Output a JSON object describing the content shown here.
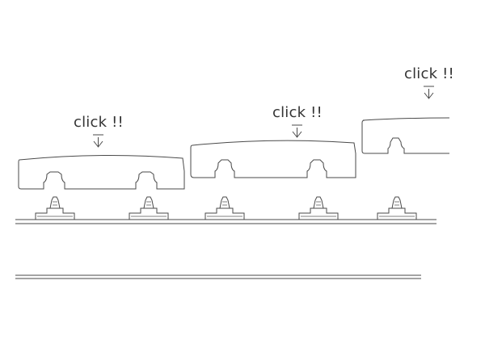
{
  "labels": {
    "click_1": "click !!",
    "click_2": "click !!",
    "click_3": "click !!"
  },
  "colors": {
    "line": "#4a4a4a",
    "text": "#333333",
    "background": "#ffffff"
  },
  "steps": 3,
  "clips_per_step": 2,
  "icons": [
    "press-down-arrow-icon",
    "clip-pin-icon"
  ]
}
